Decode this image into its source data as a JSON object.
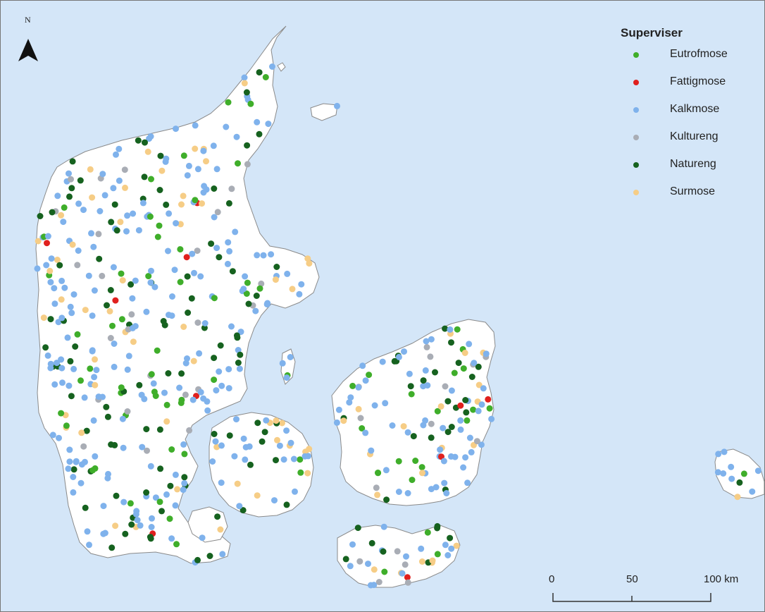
{
  "north_arrow": {
    "label": "N"
  },
  "legend": {
    "title": "Superviser",
    "items": [
      {
        "label": "Eutrofmose",
        "color": "#3fae2a"
      },
      {
        "label": "Fattigmose",
        "color": "#e0201e"
      },
      {
        "label": "Kalkmose",
        "color": "#7fb2ec"
      },
      {
        "label": "Kultureng",
        "color": "#a9adb5"
      },
      {
        "label": "Natureng",
        "color": "#16621f"
      },
      {
        "label": "Surmose",
        "color": "#f6cd86"
      }
    ]
  },
  "scale_bar": {
    "labels": [
      "0",
      "50",
      "100 km"
    ]
  },
  "colors": {
    "sea": "#d4e6f8",
    "land": "#ffffff",
    "coast": "#8a8a8a"
  }
}
